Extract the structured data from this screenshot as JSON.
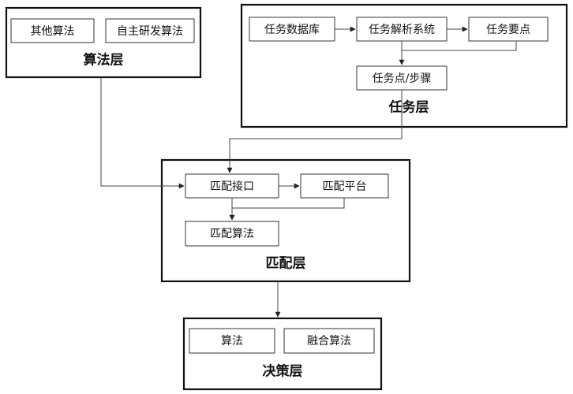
{
  "diagram": {
    "layers": {
      "algorithm": {
        "title": "算法层",
        "boxes": {
          "other": "其他算法",
          "self_developed": "自主研发算法"
        }
      },
      "task": {
        "title": "任务层",
        "boxes": {
          "database": "任务数据库",
          "parsing_system": "任务解析系统",
          "key_points": "任务要点",
          "points_steps": "任务点/步骤"
        }
      },
      "matching": {
        "title": "匹配层",
        "boxes": {
          "interface": "匹配接口",
          "platform": "匹配平台",
          "algorithm": "匹配算法"
        }
      },
      "decision": {
        "title": "决策层",
        "boxes": {
          "algorithm": "算法",
          "fusion_algorithm": "融合算法"
        }
      }
    },
    "colors": {
      "stroke": "#111111",
      "background": "#ffffff"
    }
  }
}
